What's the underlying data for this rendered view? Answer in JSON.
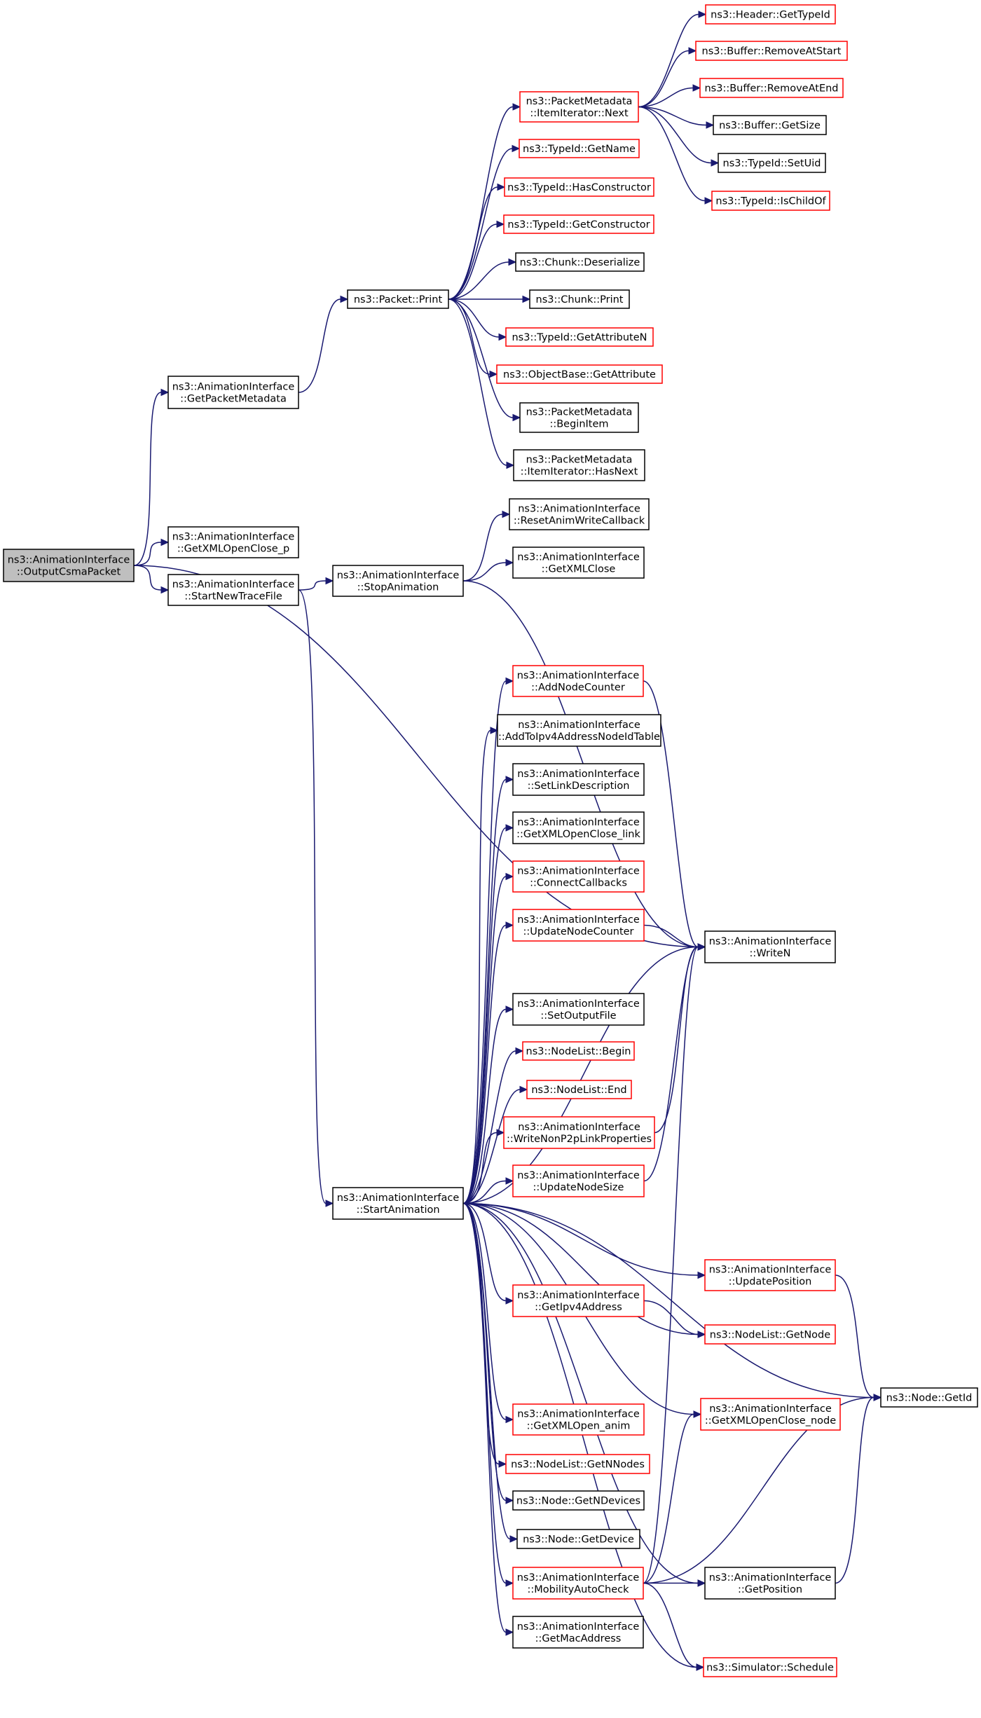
{
  "graph_title": "",
  "colors": {
    "edge": "#191970",
    "root_fill": "#bfbfbf",
    "node_fill": "#ffffff",
    "border_documented": "#000000",
    "border_undocumented": "#ff0000"
  },
  "nodes": {
    "output_csma_packet": {
      "lines": [
        "ns3::AnimationInterface",
        "::OutputCsmaPacket"
      ],
      "style": "root"
    },
    "get_packet_metadata": {
      "lines": [
        "ns3::AnimationInterface",
        "::GetPacketMetadata"
      ],
      "style": "black"
    },
    "get_xml_open_close_p": {
      "lines": [
        "ns3::AnimationInterface",
        "::GetXMLOpenClose_p"
      ],
      "style": "black"
    },
    "start_new_trace_file": {
      "lines": [
        "ns3::AnimationInterface",
        "::StartNewTraceFile"
      ],
      "style": "black"
    },
    "packet_print": {
      "lines": [
        "ns3::Packet::Print"
      ],
      "style": "black"
    },
    "packet_metadata_item_iterator_next": {
      "lines": [
        "ns3::PacketMetadata",
        "::ItemIterator::Next"
      ],
      "style": "red"
    },
    "header_get_type_id": {
      "lines": [
        "ns3::Header::GetTypeId"
      ],
      "style": "red"
    },
    "buffer_remove_at_start": {
      "lines": [
        "ns3::Buffer::RemoveAtStart"
      ],
      "style": "red"
    },
    "buffer_remove_at_end": {
      "lines": [
        "ns3::Buffer::RemoveAtEnd"
      ],
      "style": "red"
    },
    "buffer_get_size": {
      "lines": [
        "ns3::Buffer::GetSize"
      ],
      "style": "black"
    },
    "type_id_set_uid": {
      "lines": [
        "ns3::TypeId::SetUid"
      ],
      "style": "black"
    },
    "type_id_is_child_of": {
      "lines": [
        "ns3::TypeId::IsChildOf"
      ],
      "style": "red"
    },
    "type_id_get_name": {
      "lines": [
        "ns3::TypeId::GetName"
      ],
      "style": "red"
    },
    "type_id_has_constructor": {
      "lines": [
        "ns3::TypeId::HasConstructor"
      ],
      "style": "red"
    },
    "type_id_get_constructor": {
      "lines": [
        "ns3::TypeId::GetConstructor"
      ],
      "style": "red"
    },
    "chunk_deserialize": {
      "lines": [
        "ns3::Chunk::Deserialize"
      ],
      "style": "black"
    },
    "chunk_print": {
      "lines": [
        "ns3::Chunk::Print"
      ],
      "style": "black"
    },
    "type_id_get_attribute_n": {
      "lines": [
        "ns3::TypeId::GetAttributeN"
      ],
      "style": "red"
    },
    "object_base_get_attribute": {
      "lines": [
        "ns3::ObjectBase::GetAttribute"
      ],
      "style": "red"
    },
    "packet_metadata_begin_item": {
      "lines": [
        "ns3::PacketMetadata",
        "::BeginItem"
      ],
      "style": "black"
    },
    "packet_metadata_item_iterator_has_next": {
      "lines": [
        "ns3::PacketMetadata",
        "::ItemIterator::HasNext"
      ],
      "style": "black"
    },
    "reset_anim_write_callback": {
      "lines": [
        "ns3::AnimationInterface",
        "::ResetAnimWriteCallback"
      ],
      "style": "black"
    },
    "get_xml_close": {
      "lines": [
        "ns3::AnimationInterface",
        "::GetXMLClose"
      ],
      "style": "black"
    },
    "stop_animation": {
      "lines": [
        "ns3::AnimationInterface",
        "::StopAnimation"
      ],
      "style": "black"
    },
    "add_node_counter": {
      "lines": [
        "ns3::AnimationInterface",
        "::AddNodeCounter"
      ],
      "style": "red"
    },
    "add_to_ipv4_address_node_id_table": {
      "lines": [
        "ns3::AnimationInterface",
        "::AddToIpv4AddressNodeIdTable"
      ],
      "style": "black"
    },
    "set_link_description": {
      "lines": [
        "ns3::AnimationInterface",
        "::SetLinkDescription"
      ],
      "style": "black"
    },
    "get_xml_open_close_link": {
      "lines": [
        "ns3::AnimationInterface",
        "::GetXMLOpenClose_link"
      ],
      "style": "black"
    },
    "connect_callbacks": {
      "lines": [
        "ns3::AnimationInterface",
        "::ConnectCallbacks"
      ],
      "style": "red"
    },
    "update_node_counter": {
      "lines": [
        "ns3::AnimationInterface",
        "::UpdateNodeCounter"
      ],
      "style": "red"
    },
    "write_n": {
      "lines": [
        "ns3::AnimationInterface",
        "::WriteN"
      ],
      "style": "black"
    },
    "set_output_file": {
      "lines": [
        "ns3::AnimationInterface",
        "::SetOutputFile"
      ],
      "style": "black"
    },
    "node_list_begin": {
      "lines": [
        "ns3::NodeList::Begin"
      ],
      "style": "red"
    },
    "node_list_end": {
      "lines": [
        "ns3::NodeList::End"
      ],
      "style": "red"
    },
    "write_non_p2p_link_properties": {
      "lines": [
        "ns3::AnimationInterface",
        "::WriteNonP2pLinkProperties"
      ],
      "style": "red"
    },
    "update_node_size": {
      "lines": [
        "ns3::AnimationInterface",
        "::UpdateNodeSize"
      ],
      "style": "red"
    },
    "start_animation": {
      "lines": [
        "ns3::AnimationInterface",
        "::StartAnimation"
      ],
      "style": "black"
    },
    "update_position": {
      "lines": [
        "ns3::AnimationInterface",
        "::UpdatePosition"
      ],
      "style": "red"
    },
    "get_ipv4_address": {
      "lines": [
        "ns3::AnimationInterface",
        "::GetIpv4Address"
      ],
      "style": "red"
    },
    "node_list_get_node": {
      "lines": [
        "ns3::NodeList::GetNode"
      ],
      "style": "red"
    },
    "node_get_id": {
      "lines": [
        "ns3::Node::GetId"
      ],
      "style": "black"
    },
    "get_xml_open_close_node": {
      "lines": [
        "ns3::AnimationInterface",
        "::GetXMLOpenClose_node"
      ],
      "style": "red"
    },
    "get_xml_open_anim": {
      "lines": [
        "ns3::AnimationInterface",
        "::GetXMLOpen_anim"
      ],
      "style": "red"
    },
    "node_list_get_n_nodes": {
      "lines": [
        "ns3::NodeList::GetNNodes"
      ],
      "style": "red"
    },
    "node_get_n_devices": {
      "lines": [
        "ns3::Node::GetNDevices"
      ],
      "style": "black"
    },
    "node_get_device": {
      "lines": [
        "ns3::Node::GetDevice"
      ],
      "style": "black"
    },
    "mobility_auto_check": {
      "lines": [
        "ns3::AnimationInterface",
        "::MobilityAutoCheck"
      ],
      "style": "red"
    },
    "get_position": {
      "lines": [
        "ns3::AnimationInterface",
        "::GetPosition"
      ],
      "style": "black"
    },
    "get_mac_address": {
      "lines": [
        "ns3::AnimationInterface",
        "::GetMacAddress"
      ],
      "style": "black"
    },
    "simulator_schedule": {
      "lines": [
        "ns3::Simulator::Schedule"
      ],
      "style": "red"
    }
  },
  "edges": [
    [
      "output_csma_packet",
      "get_packet_metadata"
    ],
    [
      "output_csma_packet",
      "get_xml_open_close_p"
    ],
    [
      "output_csma_packet",
      "start_new_trace_file"
    ],
    [
      "output_csma_packet",
      "write_n"
    ],
    [
      "get_packet_metadata",
      "packet_print"
    ],
    [
      "packet_print",
      "packet_metadata_item_iterator_next"
    ],
    [
      "packet_print",
      "type_id_get_name"
    ],
    [
      "packet_print",
      "type_id_has_constructor"
    ],
    [
      "packet_print",
      "type_id_get_constructor"
    ],
    [
      "packet_print",
      "chunk_deserialize"
    ],
    [
      "packet_print",
      "chunk_print"
    ],
    [
      "packet_print",
      "type_id_get_attribute_n"
    ],
    [
      "packet_print",
      "object_base_get_attribute"
    ],
    [
      "packet_print",
      "packet_metadata_begin_item"
    ],
    [
      "packet_print",
      "packet_metadata_item_iterator_has_next"
    ],
    [
      "packet_metadata_item_iterator_next",
      "header_get_type_id"
    ],
    [
      "packet_metadata_item_iterator_next",
      "buffer_remove_at_start"
    ],
    [
      "packet_metadata_item_iterator_next",
      "buffer_remove_at_end"
    ],
    [
      "packet_metadata_item_iterator_next",
      "buffer_get_size"
    ],
    [
      "packet_metadata_item_iterator_next",
      "type_id_set_uid"
    ],
    [
      "packet_metadata_item_iterator_next",
      "type_id_is_child_of"
    ],
    [
      "start_new_trace_file",
      "stop_animation"
    ],
    [
      "start_new_trace_file",
      "start_animation"
    ],
    [
      "stop_animation",
      "reset_anim_write_callback"
    ],
    [
      "stop_animation",
      "get_xml_close"
    ],
    [
      "stop_animation",
      "write_n"
    ],
    [
      "add_node_counter",
      "write_n"
    ],
    [
      "update_node_counter",
      "write_n"
    ],
    [
      "write_non_p2p_link_properties",
      "write_n"
    ],
    [
      "update_node_size",
      "write_n"
    ],
    [
      "start_animation",
      "add_node_counter"
    ],
    [
      "start_animation",
      "add_to_ipv4_address_node_id_table"
    ],
    [
      "start_animation",
      "set_link_description"
    ],
    [
      "start_animation",
      "get_xml_open_close_link"
    ],
    [
      "start_animation",
      "connect_callbacks"
    ],
    [
      "start_animation",
      "update_node_counter"
    ],
    [
      "start_animation",
      "write_n"
    ],
    [
      "start_animation",
      "set_output_file"
    ],
    [
      "start_animation",
      "node_list_begin"
    ],
    [
      "start_animation",
      "node_list_end"
    ],
    [
      "start_animation",
      "write_non_p2p_link_properties"
    ],
    [
      "start_animation",
      "update_node_size"
    ],
    [
      "start_animation",
      "update_position"
    ],
    [
      "start_animation",
      "node_get_id"
    ],
    [
      "start_animation",
      "get_ipv4_address"
    ],
    [
      "start_animation",
      "node_list_get_node"
    ],
    [
      "start_animation",
      "get_xml_open_close_node"
    ],
    [
      "start_animation",
      "get_xml_open_anim"
    ],
    [
      "start_animation",
      "node_list_get_n_nodes"
    ],
    [
      "start_animation",
      "node_get_n_devices"
    ],
    [
      "start_animation",
      "node_get_device"
    ],
    [
      "start_animation",
      "mobility_auto_check"
    ],
    [
      "start_animation",
      "get_mac_address"
    ],
    [
      "start_animation",
      "get_position"
    ],
    [
      "start_animation",
      "simulator_schedule"
    ],
    [
      "update_position",
      "node_get_id"
    ],
    [
      "get_ipv4_address",
      "node_list_get_node"
    ],
    [
      "mobility_auto_check",
      "get_xml_open_close_node"
    ],
    [
      "mobility_auto_check",
      "node_get_id"
    ],
    [
      "mobility_auto_check",
      "get_position"
    ],
    [
      "mobility_auto_check",
      "simulator_schedule"
    ],
    [
      "mobility_auto_check",
      "write_n"
    ],
    [
      "get_position",
      "node_get_id"
    ]
  ]
}
